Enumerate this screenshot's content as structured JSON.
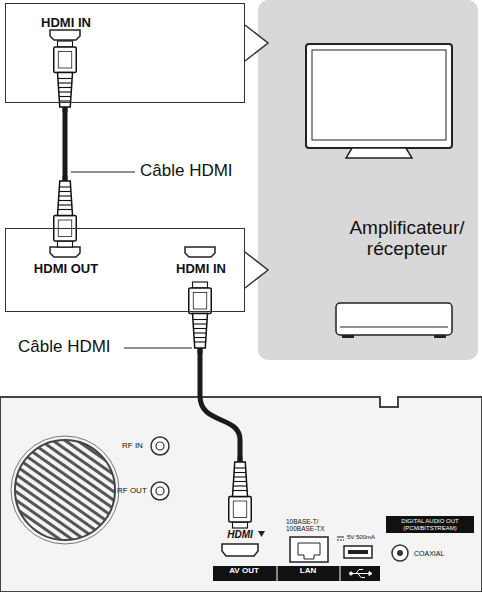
{
  "diagram": {
    "nodes": [
      {
        "text": [
          "HDMI IN"
        ]
      },
      {
        "text": [
          "Amplificateur/ récepteur"
        ]
      },
      {
        "text": [
          "HDMI OUT",
          "HDMI IN"
        ]
      },
      {
        "text": [
          "RF IN",
          "RF OUT",
          "HDMI",
          "AV OUT",
          "10BASE-T/ 100BASE-TX",
          "LAN",
          "5V 500mA",
          "DIGITAL AUDIO OUT (PCM/BITSTREAM)",
          "COAXIAL"
        ]
      }
    ],
    "edges": [
      {
        "from": 0,
        "to": 2,
        "arrow": "none",
        "label": "Câble HDMI"
      },
      {
        "from": 2,
        "to": 3,
        "arrow": "none",
        "label": "Câble HDMI"
      }
    ]
  }
}
